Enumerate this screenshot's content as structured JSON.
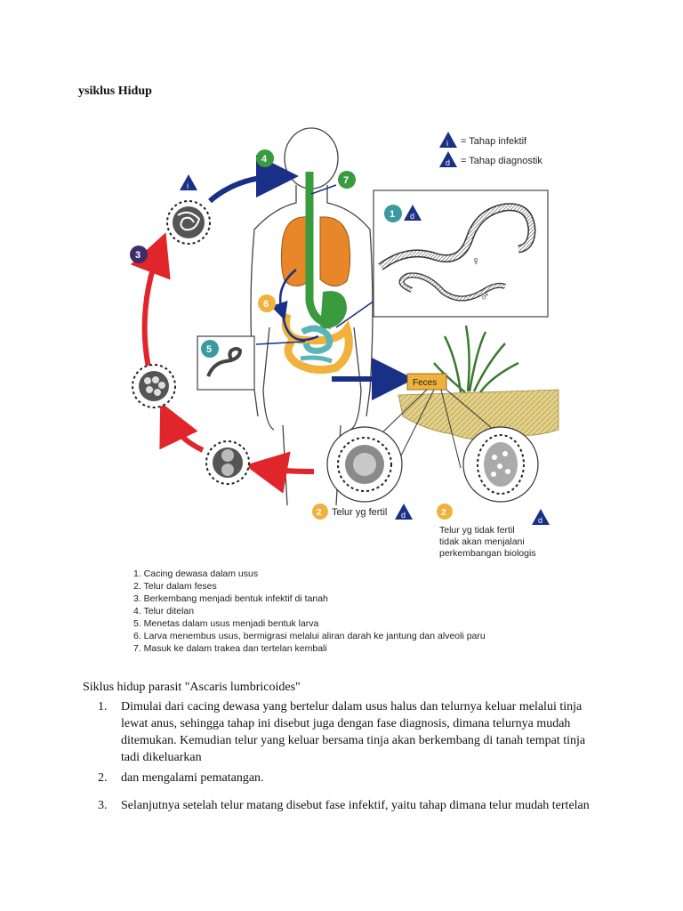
{
  "heading": "ysiklus Hidup",
  "figure": {
    "key_infective": "= Tahap infektif",
    "key_diagnostic": "= Tahap diagnostik",
    "letter_i": "i",
    "letter_d": "d",
    "feces_label": "Feces",
    "fertile_label": "Telur yg fertil",
    "infertile_label_lines": [
      "Telur yg tidak fertil",
      "tidak akan menjalani",
      "perkembangan biologis"
    ],
    "female_symbol": "♀",
    "male_symbol": "♂",
    "step_badges": [
      "1",
      "2",
      "2",
      "3",
      "4",
      "5",
      "6",
      "7"
    ],
    "colors": {
      "green": "#3a9a3e",
      "teal": "#3a9aa0",
      "purple": "#3f2b6a",
      "orange": "#f0b23c",
      "navy": "#1a2f86",
      "red": "#e0262a",
      "lung_orange": "#e8872a",
      "intestine_teal": "#5ab4b8"
    }
  },
  "legend": [
    "1. Cacing dewasa dalam usus",
    "2. Telur dalam feses",
    "3. Berkembang menjadi bentuk infektif di tanah",
    "4. Telur ditelan",
    "5. Menetas dalam usus menjadi bentuk larva",
    "6. Larva menembus usus, bermigrasi melalui aliran darah ke jantung dan alveoli paru",
    "7. Masuk ke dalam trakea dan tertelan kembali"
  ],
  "body_title": "Siklus hidup parasit \"Ascaris lumbricoides\"",
  "steps": [
    {
      "num": "1.",
      "text": "Dimulai dari cacing dewasa yang bertelur dalam usus halus dan telurnya keluar melalui tinja lewat anus, sehingga tahap ini disebut juga dengan fase diagnosis, dimana telurnya mudah ditemukan. Kemudian telur yang keluar bersama tinja akan berkembang di tanah tempat tinja tadi dikeluarkan"
    },
    {
      "num": "2.",
      "text": "dan mengalami pematangan."
    },
    {
      "num": "3.",
      "text": "Selanjutnya setelah telur matang disebut fase infektif, yaitu tahap dimana telur mudah tertelan"
    }
  ]
}
